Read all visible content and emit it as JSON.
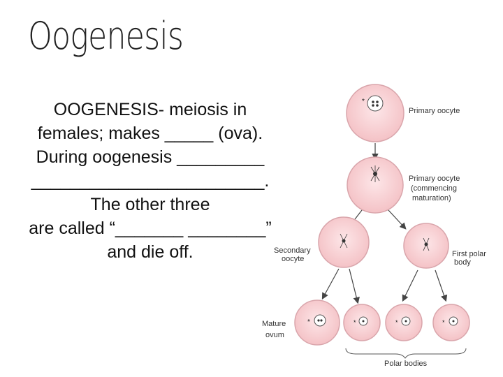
{
  "title": "Oogenesis",
  "text_lines": [
    "OOGENESIS- meiosis in",
    "females; makes _____ (ova).",
    "During oogenesis _________",
    "________________________.",
    "The other three",
    "are called “_______ ________”",
    "and die off."
  ],
  "diagram": {
    "labels": {
      "primary_oocyte": "Primary oocyte",
      "primary_oocyte_maturation": [
        "Primary oocyte",
        "(commencing",
        "maturation)"
      ],
      "secondary_oocyte": [
        "Secondary",
        "oocyte"
      ],
      "first_polar_body": [
        "First polar",
        "body"
      ],
      "mature_ovum": [
        "Mature",
        "ovum"
      ],
      "polar_bodies": "Polar bodies"
    },
    "colors": {
      "cell_fill": "#f8d3d6",
      "cell_stroke": "#d9a5ab",
      "arrow": "#444444"
    }
  }
}
